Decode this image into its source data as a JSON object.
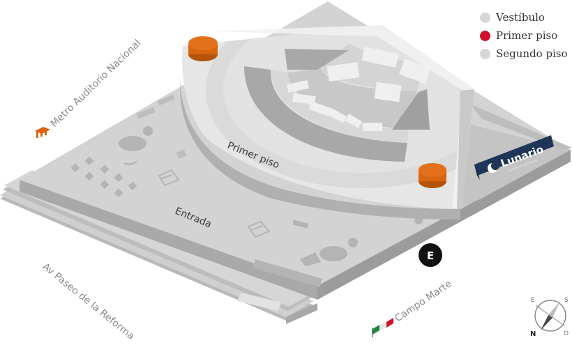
{
  "legend": {
    "items": [
      {
        "label": "Vestíbulo",
        "color": "#d6d6d6"
      },
      {
        "label": "Primer piso",
        "color": "#d0102a"
      },
      {
        "label": "Segundo piso",
        "color": "#d6d6d6"
      }
    ]
  },
  "map": {
    "metro_label": "Metro Auditorio Nacional",
    "floor_label": "Primer piso",
    "entrance_label": "Entrada",
    "street_label": "Av Paseo de la Reforma",
    "park_label": "Campo Marte",
    "parking_marker": "E",
    "logo": {
      "name": "Lunario",
      "subtitle": "Auditorio nacional"
    },
    "compass": {
      "n": "N",
      "s": "S",
      "e": "E",
      "o": "O"
    }
  },
  "colors": {
    "elevator": "#d9650f",
    "metro": "#d9650f",
    "logo_bg": "#1f3558",
    "floor": "#dcdcdc",
    "ground": "#d2d2d2",
    "seating": "#9a9a9a"
  },
  "icons": [
    "metro-icon",
    "parking-icon",
    "flag-icon",
    "compass-icon",
    "moon-icon",
    "elevator-icon"
  ]
}
